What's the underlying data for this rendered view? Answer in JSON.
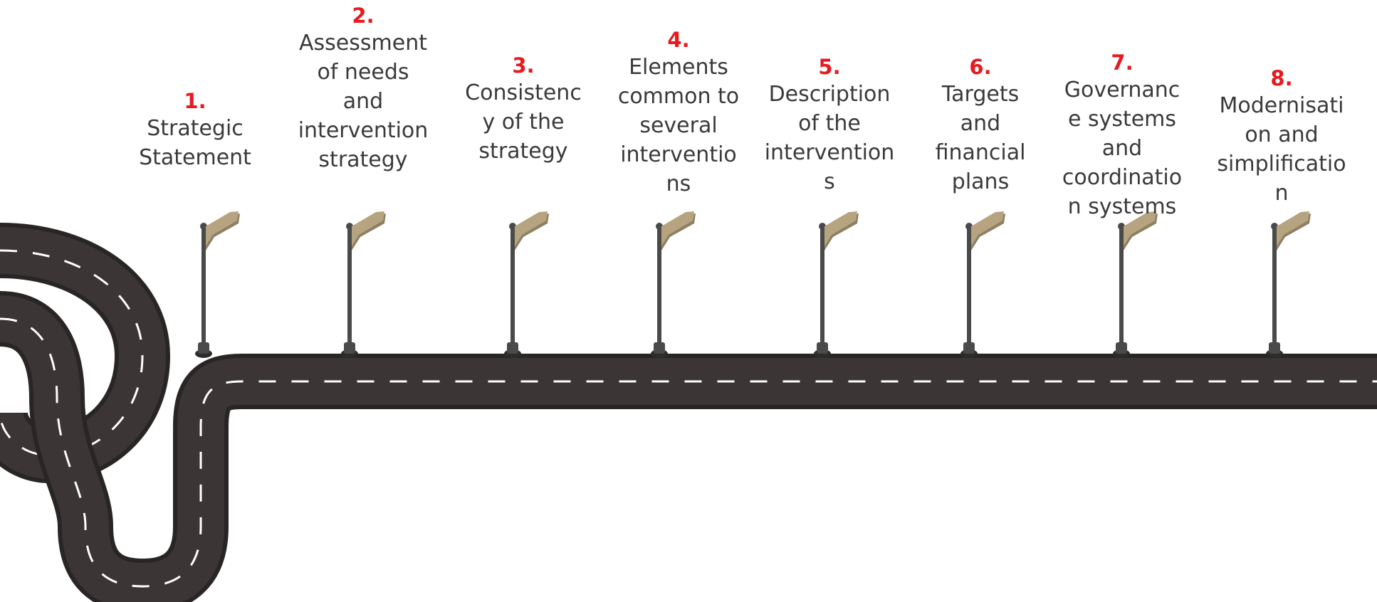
{
  "colors": {
    "road": "#3b3535",
    "road_edge": "#292525",
    "lane_marking": "#ffffff",
    "sign": "#b6a481",
    "sign_shadow": "#8f7f63",
    "pole": "#4a4a4a",
    "number": "#e8191f",
    "text": "#3a3a3a"
  },
  "steps": [
    {
      "number": "1.",
      "lines": [
        "Strategic",
        "Statement"
      ]
    },
    {
      "number": "2.",
      "lines": [
        "Assessment",
        "of needs",
        "and",
        "intervention",
        "strategy"
      ]
    },
    {
      "number": "3.",
      "lines": [
        "Consistenc",
        "y of the",
        "strategy"
      ]
    },
    {
      "number": "4.",
      "lines": [
        "Elements",
        "common to",
        "several",
        "interventio",
        "ns"
      ]
    },
    {
      "number": "5.",
      "lines": [
        "Description",
        "of the",
        "intervention",
        "s"
      ]
    },
    {
      "number": "6.",
      "lines": [
        "Targets",
        "and",
        "financial",
        "plans"
      ]
    },
    {
      "number": "7.",
      "lines": [
        "Governanc",
        "e systems",
        "and",
        "coordinatio",
        "n systems"
      ]
    },
    {
      "number": "8.",
      "lines": [
        "Modernisati",
        "on and",
        "simplificatio",
        "n"
      ]
    }
  ]
}
